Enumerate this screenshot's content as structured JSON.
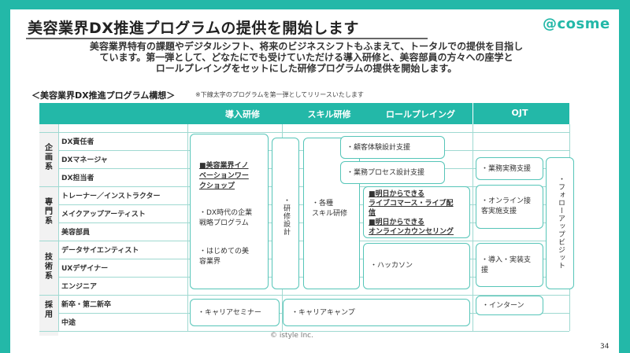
{
  "title": "美容業界DX推進プログラムの提供を開始します",
  "logo": "@cosme",
  "intro": {
    "line1": "美容業界特有の課題やデジタルシフト、将来のビジネスシフトもふまえて、トータルでの提供を目指し",
    "line2": "ています。第一弾として、どなたにでも受けていただける導入研修と、美容部員の方々への座学と",
    "line3": "ロールプレイングをセットにした研修プログラムの提供を開始します。"
  },
  "section": {
    "title": "＜美容業界DX推進プログラム構想＞",
    "note": "※下線太字のプログラムを第一弾としてリリースいたします"
  },
  "headers": {
    "intro_training": "導入研修",
    "skill_training": "スキル研修",
    "roleplay": "ロールプレイング",
    "ojt": "OJT"
  },
  "categories": {
    "planning": "企画系",
    "specialist": "専門系",
    "technical": "技術系",
    "hiring": "採用"
  },
  "roles": {
    "dx_lead": "DX責任者",
    "dx_manager": "DXマネージャ",
    "dx_staff": "DX担当者",
    "trainer": "トレーナー／インストラクター",
    "makeup_artist": "メイクアップアーティスト",
    "beauty_staff": "美容部員",
    "data_scientist": "データサイエンティスト",
    "ux_designer": "UXデザイナー",
    "engineer": "エンジニア",
    "new_grad": "新卒・第二新卒",
    "mid_career": "中途"
  },
  "programs": {
    "intro_workshop_1": "■美容業界イノ",
    "intro_workshop_2": "ベーションワー",
    "intro_workshop_3": "クショップ",
    "dx_strategy_1": "・DX時代の企業",
    "dx_strategy_2": "戦略プログラム",
    "first_beauty_1": "・はじめての美",
    "first_beauty_2": "容業界",
    "training_design": "・研修設計",
    "customer_experience": "・顧客体験設計支援",
    "business_process": "・業務プロセス設計支援",
    "skill_1": "・各種",
    "skill_2": "スキル研修",
    "live_commerce_1": "■明日からできる",
    "live_commerce_2": "ライブコマース・ライブ配",
    "live_commerce_3": "信",
    "online_counseling_1": "■明日からできる",
    "online_counseling_2": "オンラインカウンセリング",
    "hackathon": "・ハッカソン",
    "operations_support": "・業務実務支援",
    "online_support_1": "・オンライン接",
    "online_support_2": "客実施支援",
    "implementation_support_1": "・導入・実装支",
    "implementation_support_2": "援",
    "follow_up": "・フォローアップビジット",
    "career_seminar": "・キャリアセミナー",
    "career_camp": "・キャリアキャンプ",
    "internship": "・インターン"
  },
  "footer": {
    "copyright": "© istyle Inc.",
    "page": "34"
  },
  "colors": {
    "accent": "#23b8a8",
    "border": "#56c5b8",
    "grid": "#9fd9d1"
  }
}
